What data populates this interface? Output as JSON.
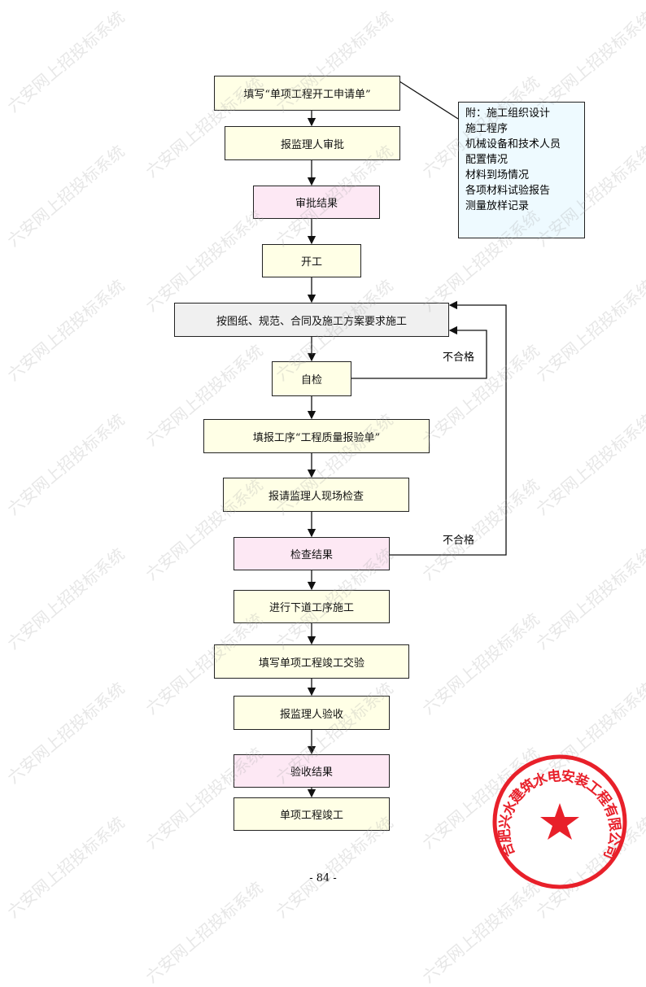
{
  "flow": {
    "steps": [
      "填写“单项工程开工申请单”",
      "报监理人审批",
      "审批结果",
      "开工",
      "按图纸、规范、合同及施工方案要求施工",
      "自检",
      "填报工序“工程质量报验单”",
      "报请监理人现场检查",
      "检查结果",
      "进行下道工序施工",
      "填写单项工程竣工交验",
      "报监理人验收",
      "验收结果",
      "单项工程竣工"
    ],
    "fail_label_1": "不合格",
    "fail_label_2": "不合格"
  },
  "note": {
    "lines": [
      "附：施工组织设计",
      "施工程序",
      "机械设备和技术人员",
      "配置情况",
      "材料到场情况",
      "各项材料试验报告",
      "测量放样记录"
    ]
  },
  "page_number": "- 84 -",
  "watermark": "六安网上招投标系统",
  "stamp": {
    "text": "合肥兴水建筑水电安装工程有限公司",
    "color": "#e8202a"
  }
}
